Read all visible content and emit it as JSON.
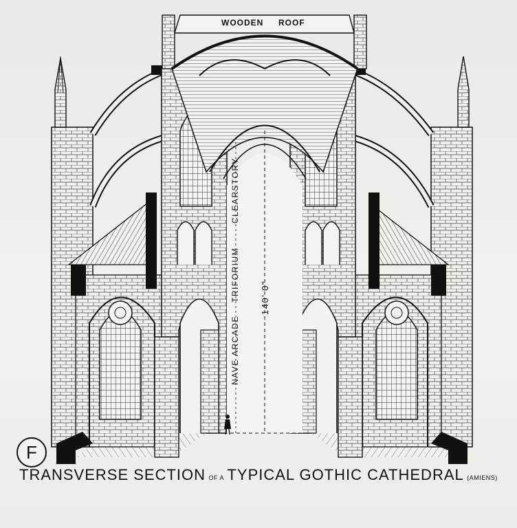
{
  "labels": {
    "wooden": "WOODEN",
    "roof": "ROOF",
    "clearstory": "CLEARSTORY",
    "triforium": "TRIFORIUM",
    "nave_arcade": "NAVE ARCADE",
    "height": "140' 0\""
  },
  "caption": {
    "part1": "TRANSVERSE SECTION",
    "part2": "OF A",
    "part3": "TYPICAL GOTHIC CATHEDRAL",
    "part4": "(AMIENS)"
  },
  "badge": "F"
}
